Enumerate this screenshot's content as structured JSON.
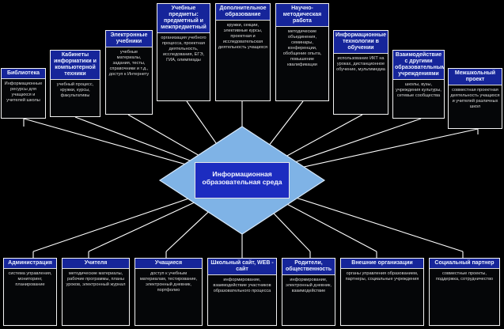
{
  "center": {
    "label": "Информационная образовательная среда"
  },
  "colors": {
    "box_header": "#16259a",
    "diamond": "#7fb3e6",
    "center_box": "#1c2cc0",
    "lines": "#ffffff",
    "background": "#000000"
  },
  "top_blocks": [
    {
      "title": "Библиотека",
      "text": "Информационные ресурсы для учащихся и учителей школы"
    },
    {
      "title": "Кабинеты информатики и компьютерной техники",
      "text": "учебный процесс, кружки, курсы, факультативы"
    },
    {
      "title": "Электронные учебники",
      "text": "учебные материалы, задания, тесты, справочники и т.д., доступ к Интернету"
    },
    {
      "title": "Учебные предметы: предметный и межпредметный",
      "text": "организация учебного процесса, проектная деятельность, исследования, ЕГЭ, ГИА, олимпиады"
    },
    {
      "title": "Дополнительное образование",
      "text": "кружки, секции, элективные курсы, проектная и исследовательская деятельность учащихся"
    },
    {
      "title": "Научно-методическая работа",
      "text": "методические объединения, семинары, конференции, обобщение опыта, повышение квалификации"
    },
    {
      "title": "Информационные технологии в обучении",
      "text": "использование ИКТ на уроках, дистанционное обучение, мультимедиа"
    },
    {
      "title": "Взаимодействие с другими образовательными учреждениями",
      "text": "школы, вузы, учреждения культуры, сетевые сообщества"
    },
    {
      "title": "Межшкольный проект",
      "text": "совместная проектная деятельность учащихся и учителей различных школ"
    }
  ],
  "bottom_blocks": [
    {
      "title": "Администрация",
      "text": "система управления, мониторинг, планирование"
    },
    {
      "title": "Учителя",
      "text": "методические материалы, рабочие программы, планы уроков, электронный журнал"
    },
    {
      "title": "Учащиеся",
      "text": "доступ к учебным материалам, тестирование, электронный дневник, портфолио"
    },
    {
      "title": "Школьный сайт, WEB - сайт",
      "text": "информирование, взаимодействие участников образовательного процесса"
    },
    {
      "title": "Родители, общественность",
      "text": "информирование, электронный дневник, взаимодействие"
    },
    {
      "title": "Внешние организации",
      "text": "органы управления образованием, партнеры, социальные учреждения"
    },
    {
      "title": "Социальный партнер",
      "text": "совместные проекты, поддержка, сотрудничество"
    }
  ]
}
